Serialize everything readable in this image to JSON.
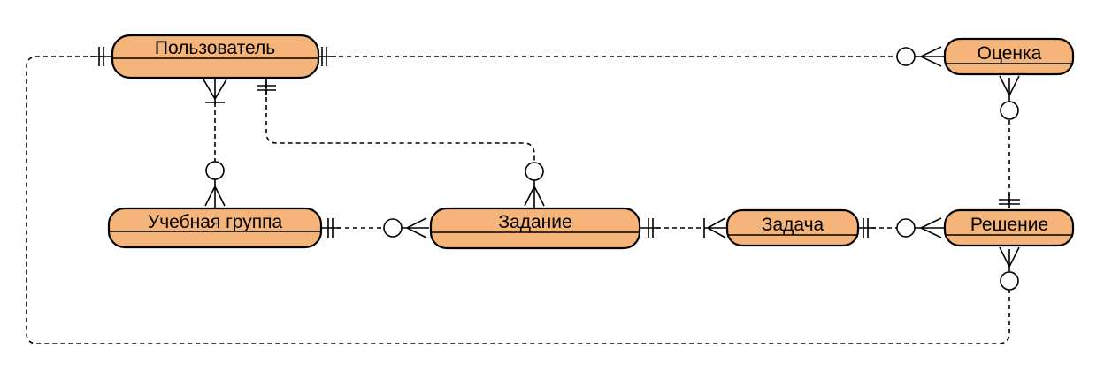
{
  "entities": {
    "user": "Пользователь",
    "study_group": "Учебная группа",
    "assignment": "Задание",
    "task": "Задача",
    "grade": "Оценка",
    "solution": "Решение"
  }
}
